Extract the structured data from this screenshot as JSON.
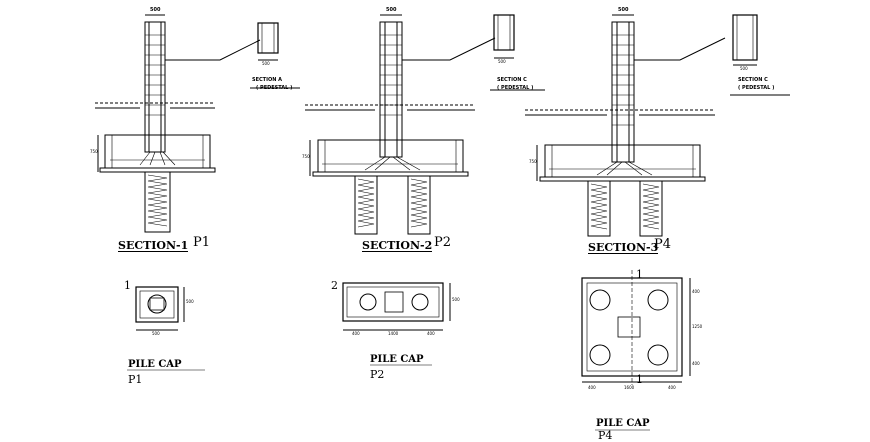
{
  "sections": [
    {
      "title": "SECTION-1",
      "tag": "P1",
      "detail_title": "SECTION A",
      "detail_sub": "( PEDESTAL )",
      "detail_dim": "500"
    },
    {
      "title": "SECTION-2",
      "tag": "P2",
      "detail_title": "SECTION C",
      "detail_sub": "( PEDESTAL )",
      "detail_dim": "500"
    },
    {
      "title": "SECTION-3",
      "tag": "P4",
      "detail_title": "SECTION C",
      "detail_sub": "( PEDESTAL )",
      "detail_dim": "500"
    }
  ],
  "top_dims": [
    "500",
    "500",
    "500"
  ],
  "pile_caps": [
    {
      "title": "PILE CAP",
      "tag": "P1",
      "marker": "1",
      "width": "500",
      "height": "500"
    },
    {
      "title": "PILE CAP",
      "tag": "P2",
      "marker": "2",
      "seg_left": "400",
      "seg_mid": "1400",
      "seg_right": "400",
      "height": "500"
    },
    {
      "title": "PILE CAP",
      "tag": "P4",
      "marker_top": "1",
      "marker_bot": "1",
      "seg_left": "400",
      "seg_mid": "1600",
      "seg_right": "400",
      "h_top": "400",
      "h_mid": "1250",
      "h_bot": "400"
    }
  ],
  "side_dims": {
    "s1": "750",
    "s2": "750",
    "s3": "750"
  }
}
